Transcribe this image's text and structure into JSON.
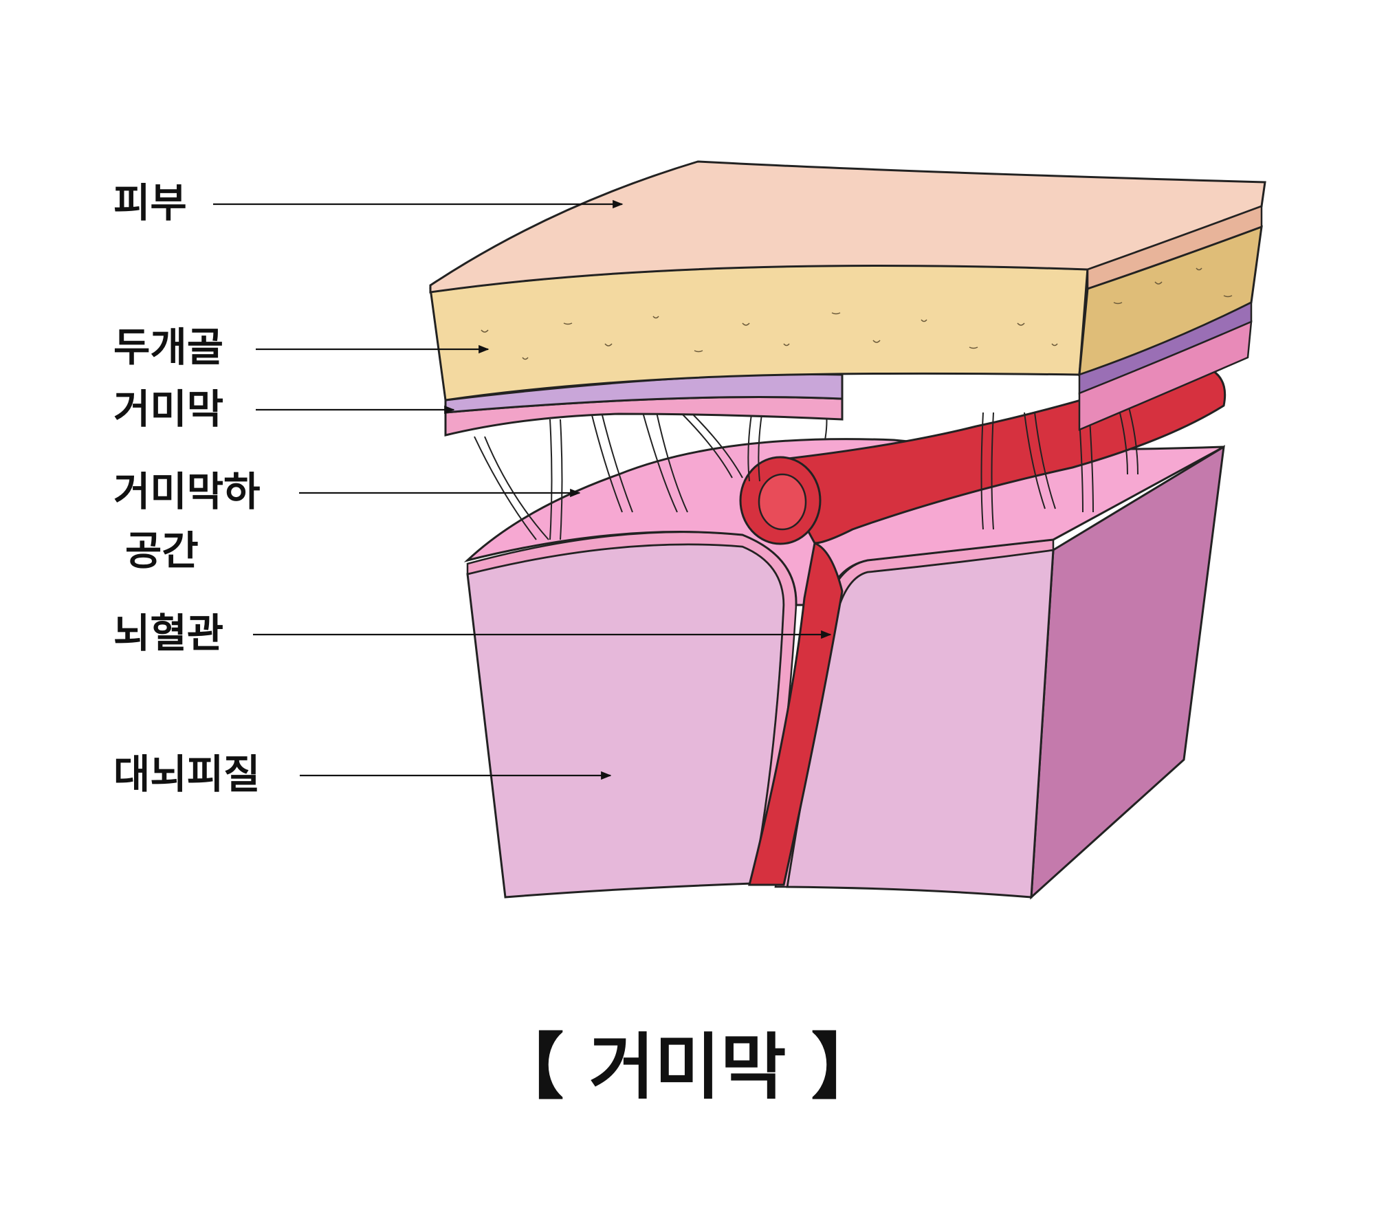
{
  "diagram": {
    "labels": {
      "skin": "피부",
      "skull": "두개골",
      "arachnoid": "거미막",
      "subarachnoid_line1": "거미막하",
      "subarachnoid_line2": "공간",
      "vessel": "뇌혈관",
      "cortex": "대뇌피질"
    },
    "caption": "【 거미막 】",
    "colors": {
      "skin": "#f6d2c0",
      "skin_side": "#e8b49a",
      "skull": "#f3d9a0",
      "skull_side": "#dfbd78",
      "arachnoid": "#c9a6d9",
      "arachnoid_side": "#9a6fb5",
      "pia": "#f2a3c8",
      "subarachnoid": "#f6a8d2",
      "cortex": "#e6b8da",
      "cortex_side": "#c47aac",
      "vessel": "#d6313f",
      "outline": "#222222"
    }
  }
}
